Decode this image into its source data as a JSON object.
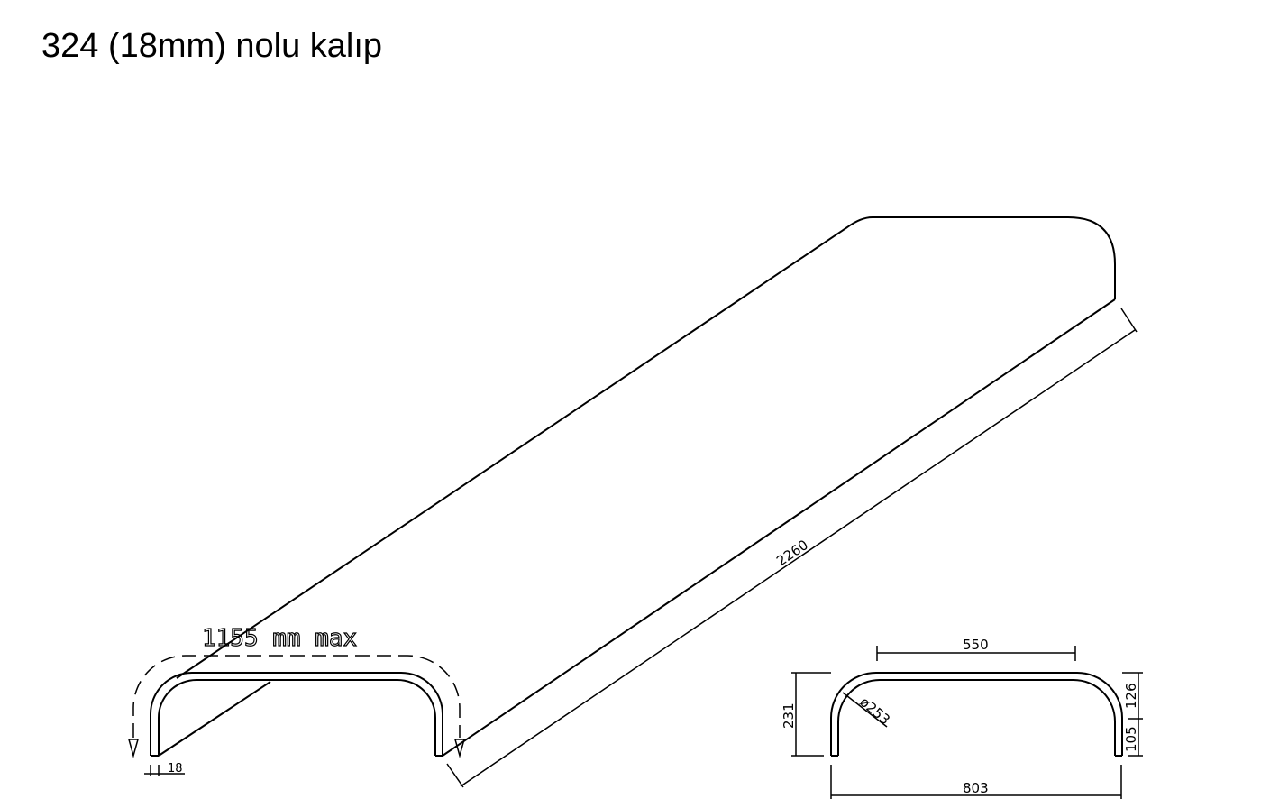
{
  "title": "324 (18mm) nolu kalıp",
  "main_view": {
    "max_label": "1155 mm max",
    "length_dim": "2260",
    "thickness_dim": "18"
  },
  "section_view": {
    "top_width": "550",
    "height": "231",
    "radius": "ø253",
    "upper_height": "126",
    "lower_height": "105",
    "total_width": "803"
  }
}
